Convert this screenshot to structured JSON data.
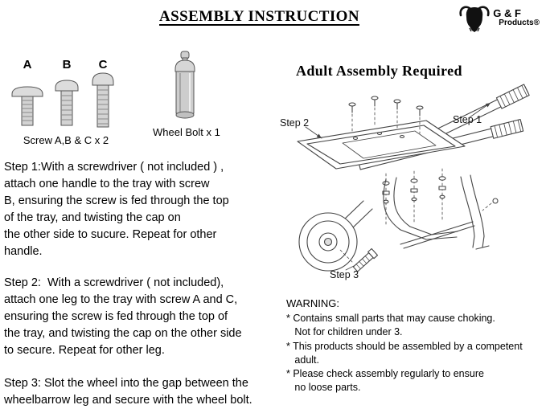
{
  "header": {
    "title": "ASSEMBLY INSTRUCTION",
    "brand_name": "G & F",
    "brand_products": "Products®"
  },
  "parts": {
    "screw_a_label": "A",
    "screw_b_label": "B",
    "screw_c_label": "C",
    "screws_caption": "Screw A,B & C x 2",
    "wheel_bolt_caption": "Wheel Bolt x 1"
  },
  "steps": [
    "Step 1:With a screwdriver ( not included ) ,\nattach one handle to the tray with screw\nB, ensuring the screw is fed through the top\nof the tray, and twisting the cap on\nthe other side to sucure. Repeat for other\nhandle.",
    "Step 2:  With a screwdriver ( not included),\nattach one leg to the tray with screw A and C,\nensuring the screw is fed through the top of\nthe tray, and twisting the cap on the other side\nto secure. Repeat for other leg.",
    "Step 3: Slot the wheel into the gap between the\nwheelbarrow leg and secure with the wheel bolt."
  ],
  "diagram": {
    "heading": "Adult Assembly Required",
    "step1_label": "Step 1",
    "step2_label": "Step 2",
    "step3_label": "Step 3"
  },
  "warning": {
    "title": "WARNING:",
    "items": [
      "* Contains small parts that may cause choking.\n   Not for children under 3.",
      "* This products should be assembled by a competent\n   adult.",
      "* Please check assembly regularly to ensure\n   no loose parts."
    ]
  }
}
